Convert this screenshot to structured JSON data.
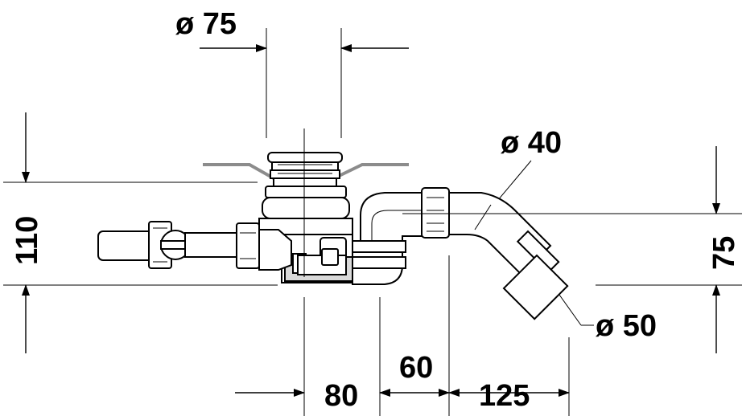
{
  "dimensions": {
    "drain_diameter": "ø 75",
    "outlet_diameter_40": "ø 40",
    "outlet_diameter_50": "ø 50",
    "height_total": "110",
    "height_outlet": "75",
    "dist_80": "80",
    "dist_60": "60",
    "dist_125": "125"
  },
  "colors": {
    "lines": "#000000",
    "tray": "#8c8c8c",
    "shade": "#d9d9d9",
    "background": "#ffffff"
  }
}
